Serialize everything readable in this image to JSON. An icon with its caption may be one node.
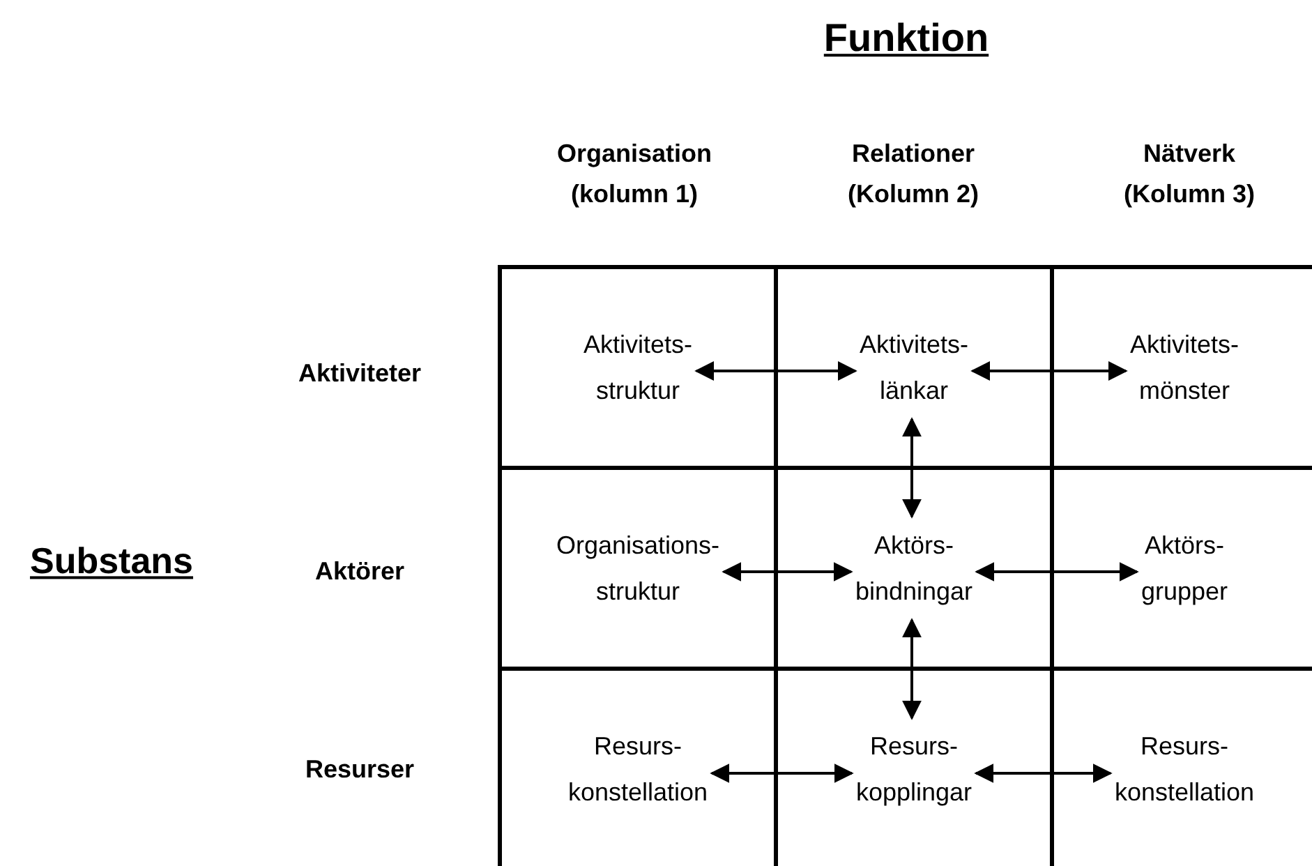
{
  "diagram": {
    "nodes": [
      {
        "text": [
          "Aktivitets- struktur"
        ]
      },
      {
        "text": [
          "Aktivitets- länkar"
        ]
      },
      {
        "text": [
          "Aktivitets- mönster"
        ]
      },
      {
        "text": [
          "Organisations- struktur"
        ]
      },
      {
        "text": [
          "Aktörs- bindningar"
        ]
      },
      {
        "text": [
          "Aktörs- grupper"
        ]
      },
      {
        "text": [
          "Resurs- konstellation"
        ]
      },
      {
        "text": [
          "Resurs- kopplingar"
        ]
      },
      {
        "text": [
          "Resurs- konstellation"
        ]
      }
    ],
    "edges": [
      {
        "from": 0,
        "to": 1,
        "arrow": "both"
      },
      {
        "from": 1,
        "to": 2,
        "arrow": "both"
      },
      {
        "from": 1,
        "to": 4,
        "arrow": "both"
      },
      {
        "from": 3,
        "to": 4,
        "arrow": "both"
      },
      {
        "from": 4,
        "to": 5,
        "arrow": "both"
      },
      {
        "from": 4,
        "to": 7,
        "arrow": "both"
      },
      {
        "from": 6,
        "to": 7,
        "arrow": "both"
      },
      {
        "from": 7,
        "to": 8,
        "arrow": "both"
      }
    ],
    "labels": [
      "Funktion",
      "Organisation (kolumn 1)",
      "Relationer (Kolumn 2)",
      "Nätverk (Kolumn 3)",
      "Aktiviteter",
      "Substans",
      "Aktörer",
      "Resurser"
    ]
  }
}
